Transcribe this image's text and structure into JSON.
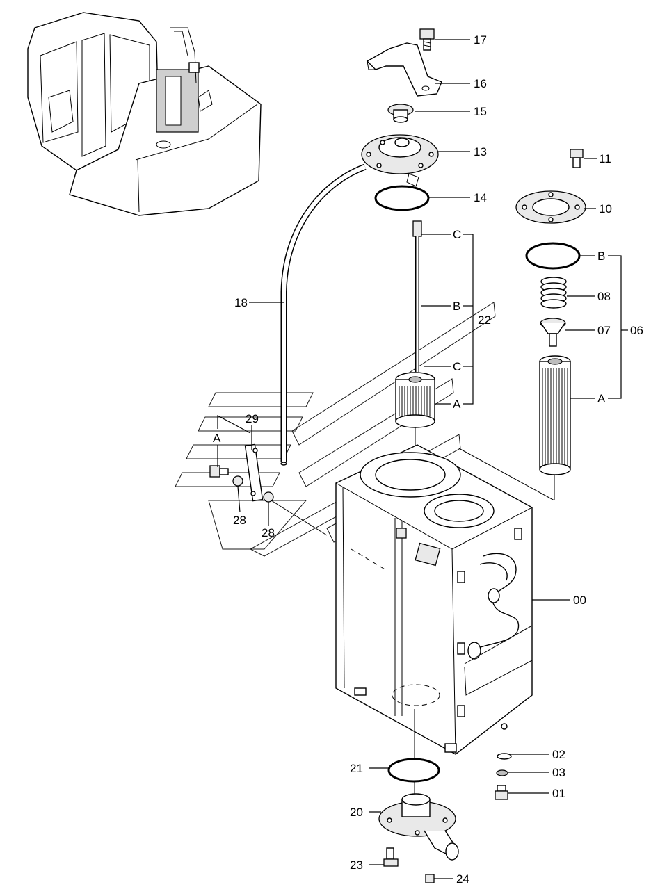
{
  "callouts": {
    "p17": "17",
    "p16": "16",
    "p15": "15",
    "p13": "13",
    "p14": "14",
    "p11": "11",
    "p10": "10",
    "p08": "08",
    "p07": "07",
    "p06": "06",
    "p22": "22",
    "p18": "18",
    "p29": "29",
    "p28a": "28",
    "p28b": "28",
    "p00": "00",
    "p02": "02",
    "p03": "03",
    "p01": "01",
    "p21": "21",
    "p20": "20",
    "p23": "23",
    "p24": "24"
  },
  "refs": {
    "c_top": "C",
    "b_rod": "B",
    "c_low": "C",
    "a_strainer": "A",
    "b_ring": "B",
    "a_element": "A",
    "a_left": "A"
  }
}
